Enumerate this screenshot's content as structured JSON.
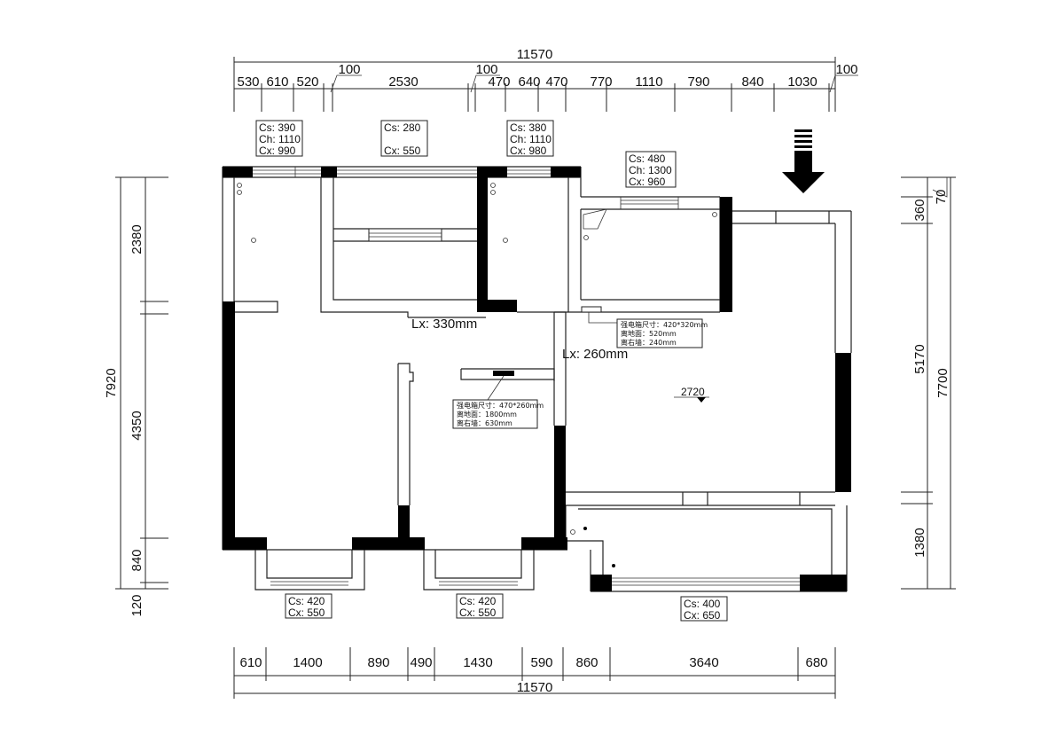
{
  "plan": {
    "top_total": "11570",
    "top_segments": [
      "530",
      "610",
      "520",
      "2530",
      "470",
      "640",
      "470",
      "770",
      "1110",
      "790",
      "840",
      "1030"
    ],
    "top_gaps": [
      "100",
      "100",
      "100"
    ],
    "bottom_total": "11570",
    "bottom_segments": [
      "610",
      "1400",
      "890",
      "490",
      "1430",
      "590",
      "860",
      "3640",
      "680"
    ],
    "left_total": "7920",
    "left_segments": [
      "2380",
      "4350",
      "840",
      "120"
    ],
    "right_total": "7700",
    "right_segments": [
      "70",
      "360",
      "5170",
      "1380"
    ],
    "windows": {
      "w1": {
        "cs": "Cs: 390",
        "ch": "Ch: 1110",
        "cx": "Cx: 990"
      },
      "w2": {
        "cs": "Cs: 280",
        "cx": "Cx: 550"
      },
      "w3": {
        "cs": "Cs: 380",
        "ch": "Ch: 1110",
        "cx": "Cx: 980"
      },
      "w4": {
        "cs": "Cs: 480",
        "ch": "Ch: 1300",
        "cx": "Cx: 960"
      },
      "w5": {
        "cs": "Cs: 420",
        "cx": "Cx: 550"
      },
      "w6": {
        "cs": "Cs: 420",
        "cx": "Cx: 550"
      },
      "w7": {
        "cs": "Cs: 400",
        "cx": "Cx: 650"
      }
    },
    "beams": {
      "lx1": "Lx: 330mm",
      "lx2": "Lx: 260mm"
    },
    "height_mark": "2720",
    "box1": {
      "size": "强电箱尺寸：420*320mm",
      "floor": "离地面：520mm",
      "wall": "离右墙：240mm"
    },
    "box2": {
      "size": "强电箱尺寸：470*260mm",
      "floor": "离地面：1800mm",
      "wall": "离右墙：630mm"
    },
    "entrance_icon": "entrance-arrow-icon"
  }
}
